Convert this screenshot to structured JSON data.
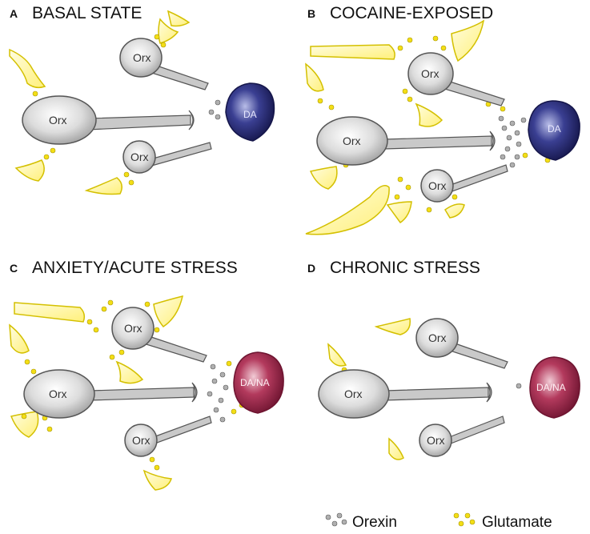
{
  "colors": {
    "orexin_fill": "#d9d9d9",
    "orexin_stroke": "#555555",
    "glutamate_fill": "#fffab0",
    "glutamate_stroke": "#d9c800",
    "glu_dot": "#f4e21a",
    "orx_dot": "#9a9a9a",
    "da_fill": "#2a2a70",
    "stress_fill": "#a8284a"
  },
  "panels": [
    {
      "letter": "A",
      "title": "BASAL STATE",
      "target_label": "DA",
      "cells": [
        "Orx",
        "Orx",
        "Orx"
      ]
    },
    {
      "letter": "B",
      "title": "COCAINE-EXPOSED",
      "target_label": "DA",
      "cells": [
        "Orx",
        "Orx",
        "Orx"
      ]
    },
    {
      "letter": "C",
      "title": "ANXIETY/ACUTE STRESS",
      "target_label": "DA/NA",
      "cells": [
        "Orx",
        "Orx",
        "Orx"
      ]
    },
    {
      "letter": "D",
      "title": "CHRONIC STRESS",
      "target_label": "DA/NA",
      "cells": [
        "Orx",
        "Orx",
        "Orx"
      ]
    }
  ],
  "legend": {
    "orexin": "Orexin",
    "glutamate": "Glutamate"
  }
}
